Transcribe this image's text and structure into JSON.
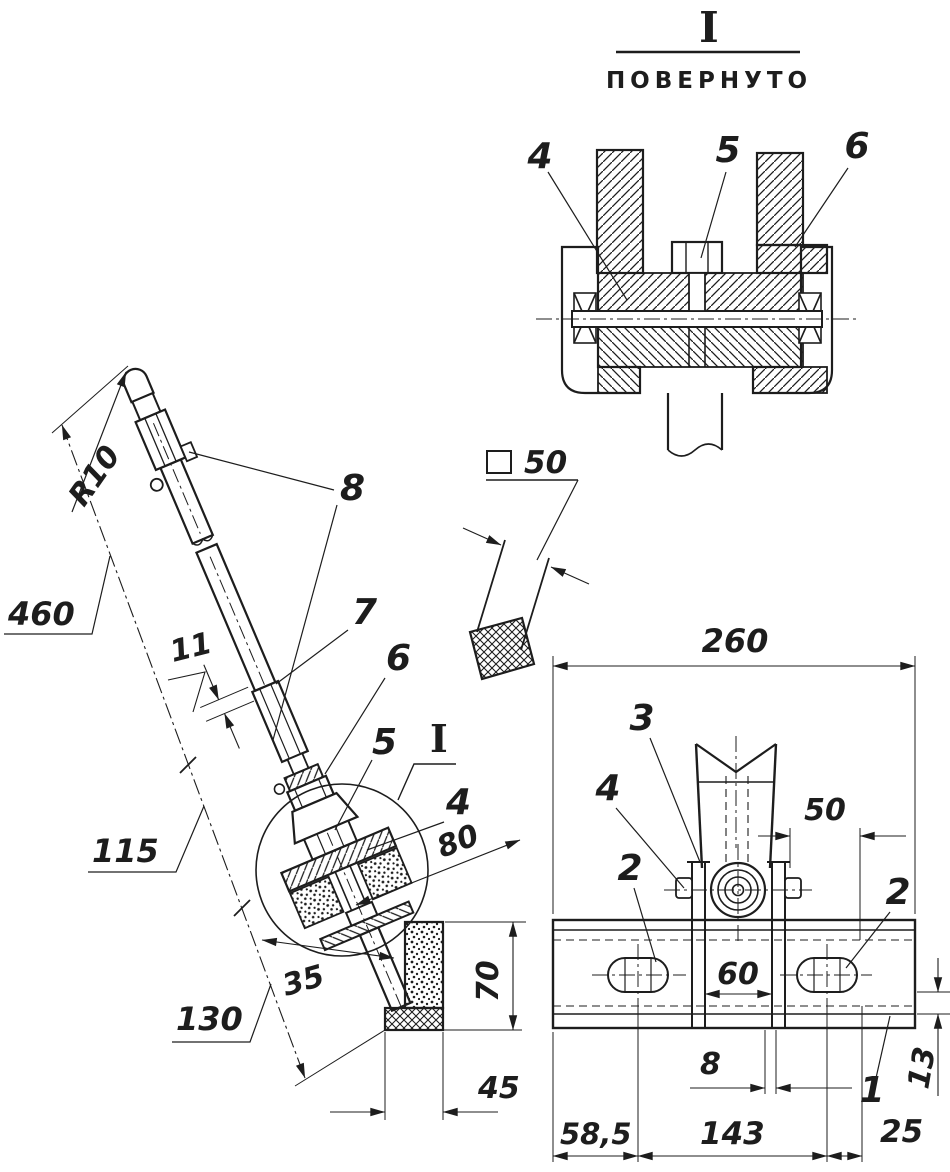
{
  "meta": {
    "paper_color": "#ffffff",
    "ink_color": "#1d1d1d"
  },
  "drawing": {
    "detail": {
      "title": "I",
      "subtitle": "ПОВЕРНУТО",
      "callout_4": "4",
      "callout_5": "5",
      "callout_6": "6"
    },
    "side": {
      "dim_r10": "R10",
      "dim_460": "460",
      "dim_11": "11",
      "dim_115": "115",
      "dim_130": "130",
      "dim_35": "35",
      "dim_80": "80",
      "dim_70": "70",
      "dim_45": "45",
      "callout_8": "8",
      "callout_7": "7",
      "callout_6": "6",
      "callout_5": "5",
      "callout_4": "4",
      "detail_label": "I"
    },
    "square_section": {
      "value": "50"
    },
    "front": {
      "dim_260": "260",
      "dim_50": "50",
      "dim_60": "60",
      "dim_8": "8",
      "dim_13": "13",
      "dim_58_5": "58,5",
      "dim_143": "143",
      "dim_25": "25",
      "callout_1": "1",
      "callout_2_left": "2",
      "callout_2_right": "2",
      "callout_3": "3",
      "callout_4": "4"
    }
  }
}
